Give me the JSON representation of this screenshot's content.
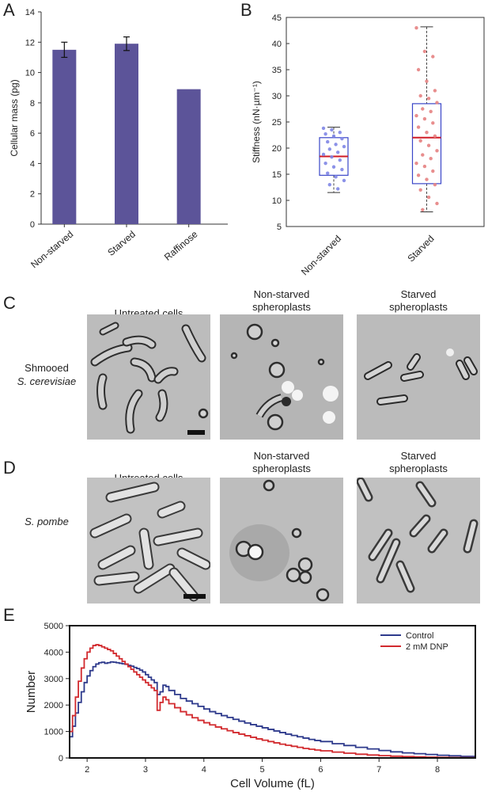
{
  "panels": {
    "a": "A",
    "b": "B",
    "c": "C",
    "d": "D",
    "e": "E"
  },
  "chart_data": [
    {
      "type": "bar",
      "categories": [
        "Non-starved",
        "Starved",
        "Raffinose"
      ],
      "values": [
        11.5,
        11.9,
        8.9
      ],
      "errors": [
        0.5,
        0.45,
        0
      ],
      "xlabel": "",
      "ylabel": "Cellular mass (pg)",
      "ylim": [
        0,
        14
      ],
      "yticks": [
        0,
        2,
        4,
        6,
        8,
        10,
        12,
        14
      ],
      "bar_color": "#5c5499"
    },
    {
      "type": "box",
      "categories": [
        "Non-starved",
        "Starved"
      ],
      "ylabel": "Stiffness (nN·µm⁻¹)",
      "ylim": [
        5,
        45
      ],
      "yticks": [
        5,
        10,
        15,
        20,
        25,
        30,
        35,
        40,
        45
      ],
      "boxes": [
        {
          "min": 11.5,
          "q1": 14.8,
          "median": 18.4,
          "q3": 22.0,
          "max": 24.0,
          "points": [
            23.8,
            23.5,
            23.0,
            22.7,
            22.3,
            21.8,
            21.2,
            20.7,
            20.3,
            19.8,
            19.2,
            18.8,
            18.3,
            17.7,
            17.1,
            16.4,
            15.9,
            15.2,
            14.5,
            13.8,
            13.0,
            12.2
          ]
        },
        {
          "min": 7.8,
          "q1": 13.2,
          "median": 22.0,
          "q3": 28.5,
          "max": 43.2,
          "points": [
            43.0,
            38.5,
            37.5,
            35.0,
            32.8,
            31.0,
            30.0,
            29.5,
            28.7,
            27.5,
            27.0,
            26.2,
            25.6,
            24.8,
            24.0,
            23.0,
            22.3,
            21.4,
            20.5,
            19.5,
            18.7,
            18.0,
            17.1,
            16.5,
            15.6,
            14.8,
            14.0,
            13.0,
            12.0,
            10.6,
            9.4,
            8.2
          ]
        }
      ],
      "box_color": "#3a46c8",
      "median_color": "#d01b25",
      "point_colors": [
        "#7f86e6",
        "#e58282"
      ]
    },
    {
      "type": "line",
      "xlabel": "Cell Volume (fL)",
      "ylabel": "Number",
      "xlim": [
        1.7,
        8.65
      ],
      "ylim": [
        0,
        5000
      ],
      "xticks": [
        2,
        3,
        4,
        5,
        6,
        7,
        8
      ],
      "yticks": [
        0,
        1000,
        2000,
        3000,
        4000,
        5000
      ],
      "legend": "top-right",
      "series": [
        {
          "name": "Control",
          "color": "#2e3a8c",
          "x": [
            1.7,
            1.75,
            1.8,
            1.85,
            1.9,
            1.95,
            2.0,
            2.05,
            2.1,
            2.15,
            2.2,
            2.25,
            2.3,
            2.35,
            2.4,
            2.45,
            2.5,
            2.55,
            2.6,
            2.65,
            2.7,
            2.75,
            2.8,
            2.85,
            2.9,
            2.95,
            3.0,
            3.05,
            3.1,
            3.15,
            3.2,
            3.25,
            3.3,
            3.35,
            3.4,
            3.5,
            3.6,
            3.7,
            3.8,
            3.9,
            4.0,
            4.1,
            4.2,
            4.3,
            4.4,
            4.5,
            4.6,
            4.7,
            4.8,
            4.9,
            5.0,
            5.1,
            5.2,
            5.3,
            5.4,
            5.5,
            5.6,
            5.7,
            5.8,
            5.9,
            6.0,
            6.2,
            6.4,
            6.6,
            6.8,
            7.0,
            7.2,
            7.4,
            7.6,
            7.8,
            8.0,
            8.2,
            8.4,
            8.65
          ],
          "y": [
            800,
            1200,
            1700,
            2100,
            2500,
            2850,
            3100,
            3300,
            3450,
            3550,
            3600,
            3620,
            3580,
            3600,
            3630,
            3620,
            3600,
            3580,
            3560,
            3540,
            3500,
            3470,
            3420,
            3380,
            3320,
            3250,
            3150,
            3050,
            2950,
            2850,
            2400,
            2500,
            2750,
            2700,
            2550,
            2400,
            2250,
            2150,
            2050,
            1950,
            1850,
            1750,
            1680,
            1600,
            1530,
            1460,
            1390,
            1320,
            1260,
            1200,
            1140,
            1080,
            1020,
            960,
            900,
            850,
            800,
            750,
            700,
            660,
            620,
            540,
            470,
            400,
            340,
            280,
            230,
            190,
            160,
            130,
            100,
            80,
            60,
            40
          ]
        },
        {
          "name": "2 mM DNP",
          "color": "#d22a2e",
          "x": [
            1.7,
            1.75,
            1.8,
            1.85,
            1.9,
            1.95,
            2.0,
            2.05,
            2.1,
            2.15,
            2.2,
            2.25,
            2.3,
            2.35,
            2.4,
            2.45,
            2.5,
            2.55,
            2.6,
            2.65,
            2.7,
            2.75,
            2.8,
            2.85,
            2.9,
            2.95,
            3.0,
            3.05,
            3.1,
            3.15,
            3.2,
            3.25,
            3.3,
            3.35,
            3.4,
            3.5,
            3.6,
            3.7,
            3.8,
            3.9,
            4.0,
            4.1,
            4.2,
            4.3,
            4.4,
            4.5,
            4.6,
            4.7,
            4.8,
            4.9,
            5.0,
            5.1,
            5.2,
            5.3,
            5.4,
            5.5,
            5.6,
            5.7,
            5.8,
            5.9,
            6.0,
            6.2,
            6.4,
            6.6,
            6.8,
            7.0,
            7.2,
            7.4,
            7.6,
            7.8,
            8.0,
            8.2,
            8.4,
            8.65
          ],
          "y": [
            1000,
            1600,
            2300,
            2900,
            3400,
            3750,
            4000,
            4150,
            4250,
            4280,
            4250,
            4200,
            4150,
            4100,
            4050,
            3950,
            3850,
            3750,
            3650,
            3550,
            3450,
            3350,
            3250,
            3150,
            3050,
            2950,
            2850,
            2750,
            2650,
            2550,
            1800,
            2100,
            2300,
            2200,
            2050,
            1900,
            1750,
            1630,
            1520,
            1420,
            1330,
            1250,
            1170,
            1100,
            1030,
            960,
            900,
            840,
            780,
            720,
            670,
            620,
            570,
            520,
            480,
            440,
            400,
            360,
            330,
            300,
            270,
            220,
            180,
            140,
            110,
            85,
            65,
            50,
            40,
            30,
            22,
            15,
            10,
            5
          ]
        }
      ]
    }
  ],
  "micrographs": {
    "row_c": {
      "label_line1": "Shmooed",
      "label_line2": "S. cerevisiae",
      "titles": [
        [
          "",
          "Untreated cells"
        ],
        [
          "Non-starved",
          "spheroplasts"
        ],
        [
          "Starved",
          "spheroplasts"
        ]
      ]
    },
    "row_d": {
      "label_line1": "S. pombe",
      "titles": [
        [
          "",
          "Untreated cells"
        ],
        [
          "Non-starved",
          "spheroplasts"
        ],
        [
          "Starved",
          "spheroplasts"
        ]
      ]
    }
  }
}
